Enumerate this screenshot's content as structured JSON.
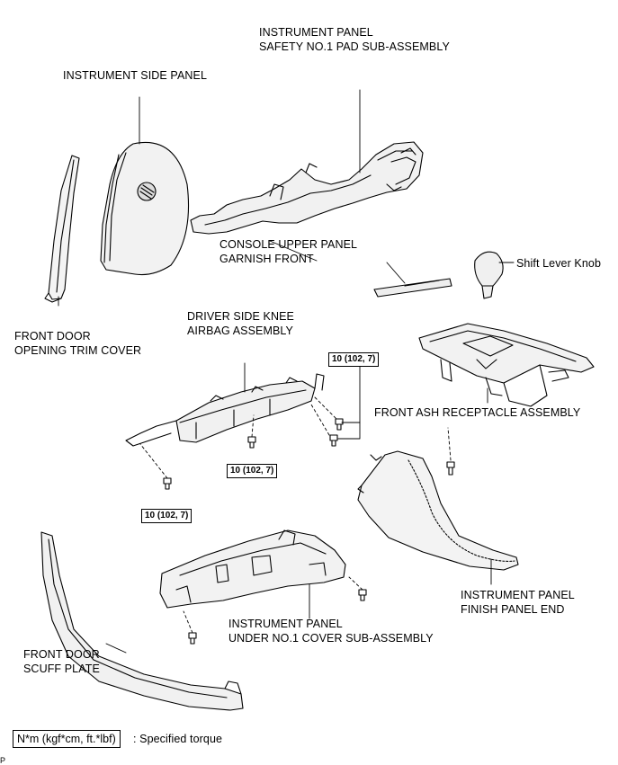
{
  "labels": {
    "instrument_panel_line1": "INSTRUMENT PANEL",
    "instrument_panel_line2": "SAFETY NO.1 PAD SUB-ASSEMBLY",
    "instrument_side_panel": "INSTRUMENT SIDE PANEL",
    "console_upper_line1": "CONSOLE UPPER PANEL",
    "console_upper_line2": "GARNISH FRONT",
    "shift_lever_knob": "Shift Lever Knob",
    "front_door_opening_line1": "FRONT DOOR",
    "front_door_opening_line2": "OPENING TRIM COVER",
    "knee_airbag_line1": "DRIVER SIDE KNEE",
    "knee_airbag_line2": "AIRBAG ASSEMBLY",
    "ash_receptacle": "FRONT ASH RECEPTACLE ASSEMBLY",
    "finish_panel_line1": "INSTRUMENT PANEL",
    "finish_panel_line2": "FINISH PANEL END",
    "under_cover_line1": "INSTRUMENT PANEL",
    "under_cover_line2": "UNDER NO.1 COVER SUB-ASSEMBLY",
    "scuff_plate_line1": "FRONT DOOR",
    "scuff_plate_line2": "SCUFF PLATE"
  },
  "torque_specs": {
    "right": "10 (102, 7)",
    "center": "10 (102, 7)",
    "left": "10 (102, 7)"
  },
  "legend": {
    "box_text": "N*m (kgf*cm, ft.*lbf)",
    "description": ": Specified torque"
  },
  "corner_mark": "P"
}
